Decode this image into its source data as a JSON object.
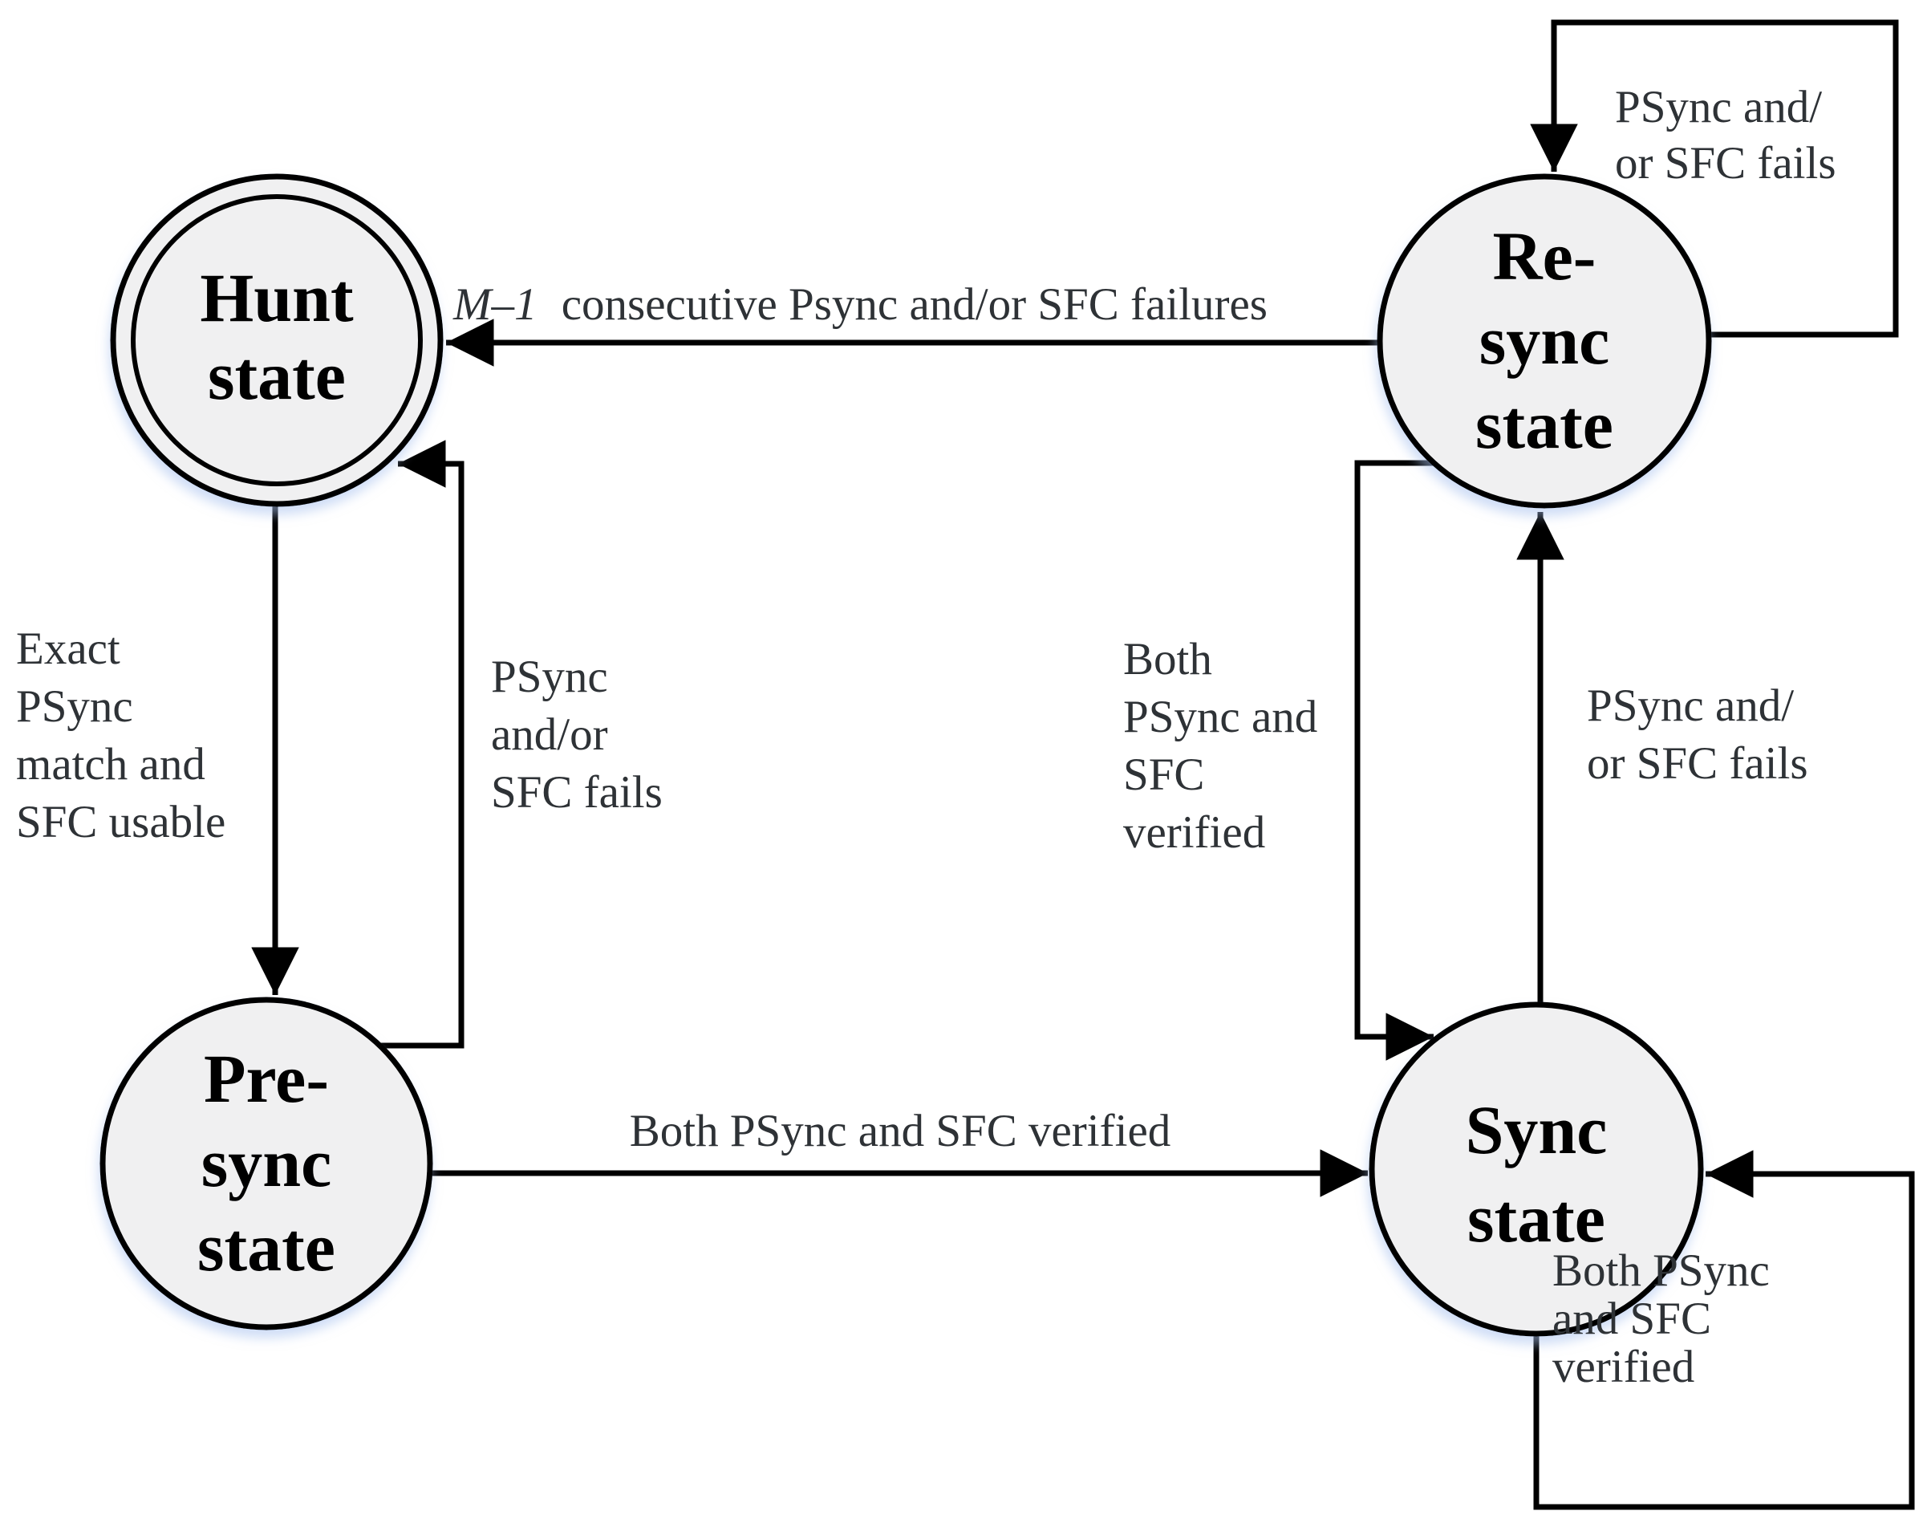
{
  "diagram": {
    "colors": {
      "node_fill": "#f0f0f1",
      "stroke": "#000000",
      "label": "#2e3236",
      "node_shadow": "#a9c1ee"
    },
    "states": {
      "hunt": {
        "lines": [
          "Hunt",
          "state"
        ]
      },
      "resync": {
        "lines": [
          "Re-",
          "sync",
          "state"
        ]
      },
      "presync": {
        "lines": [
          "Pre-",
          "sync",
          "state"
        ]
      },
      "sync": {
        "lines": [
          "Sync",
          "state"
        ]
      }
    },
    "transitions": {
      "resync_to_hunt": {
        "label_math": "M–1",
        "label_rest": "consecutive Psync and/or SFC failures"
      },
      "hunt_to_presync": {
        "lines": [
          "Exact",
          "PSync",
          "match and",
          "SFC usable"
        ]
      },
      "presync_to_hunt": {
        "lines": [
          "PSync",
          "and/or",
          "SFC fails"
        ]
      },
      "presync_to_sync": {
        "label": "Both PSync and SFC verified"
      },
      "resync_to_sync": {
        "lines": [
          "Both",
          "PSync and",
          "SFC",
          "verified"
        ]
      },
      "sync_to_resync": {
        "lines": [
          "PSync and/",
          "or SFC fails"
        ]
      },
      "resync_self_loop": {
        "lines": [
          "PSync and/",
          "or SFC fails"
        ]
      },
      "sync_self_loop": {
        "lines": [
          "Both PSync",
          "and SFC",
          "verified"
        ]
      }
    }
  }
}
